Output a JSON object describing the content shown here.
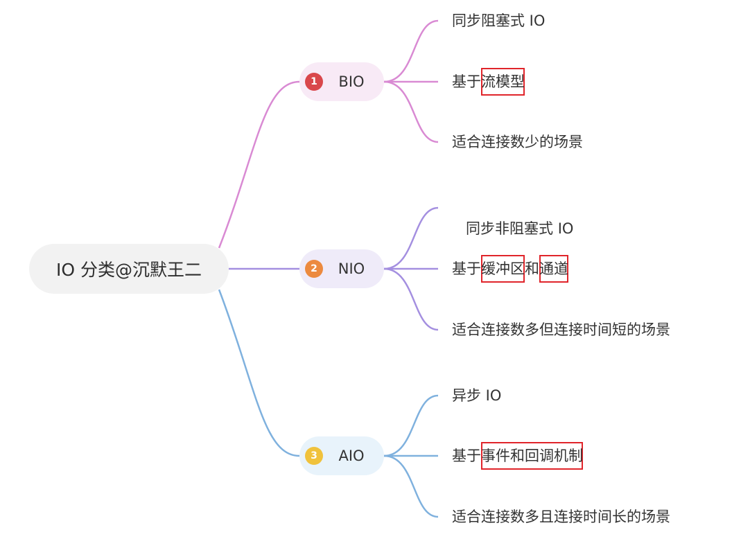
{
  "colors": {
    "bio_line": "#d98ad3",
    "nio_line": "#a48fe0",
    "aio_line": "#7fb1de",
    "bio_fill": "#f8eaf6",
    "nio_fill": "#efebf9",
    "aio_fill": "#e8f3fb",
    "badge_1": "#d9474b",
    "badge_2": "#ec8a3f",
    "badge_3": "#f0c23c",
    "highlight_border": "#e0242a"
  },
  "root": {
    "label": "IO 分类@沉默王二"
  },
  "branches": [
    {
      "badge": "1",
      "label": "BIO",
      "leaves": [
        {
          "parts": [
            "同步阻塞式 IO"
          ]
        },
        {
          "parts": [
            "基于",
            "流模型"
          ]
        },
        {
          "parts": [
            "适合连接数少的场景"
          ]
        }
      ]
    },
    {
      "badge": "2",
      "label": "NIO",
      "leaves": [
        {
          "parts": [
            " 同步非阻塞式 IO"
          ]
        },
        {
          "parts": [
            "基于",
            "缓冲区",
            "和",
            "通道"
          ]
        },
        {
          "parts": [
            "适合连接数多但连接时间短的场景"
          ]
        }
      ]
    },
    {
      "badge": "3",
      "label": "AIO",
      "leaves": [
        {
          "parts": [
            "异步 IO"
          ]
        },
        {
          "parts": [
            "基于",
            "事件和回调机制"
          ]
        },
        {
          "parts": [
            "适合连接数多且连接时间长的场景"
          ]
        }
      ]
    }
  ]
}
